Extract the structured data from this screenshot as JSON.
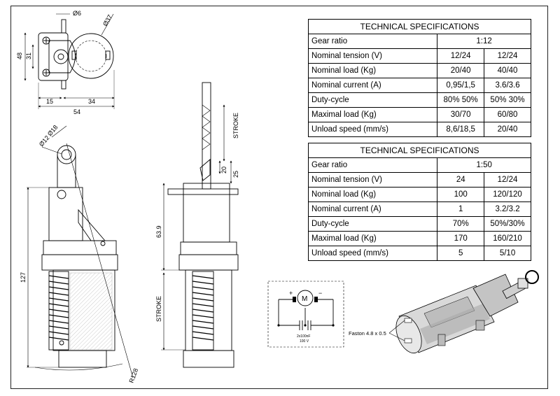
{
  "spec_tables": [
    {
      "title": "TECHNICAL SPECIFICATIONS",
      "gear_label": "Gear ratio",
      "gear_value": "1:12",
      "rows": [
        {
          "label": "Nominal tension (V)",
          "a": "12/24",
          "b": "12/24"
        },
        {
          "label": "Nominal load   (Kg)",
          "a": "20/40",
          "b": "40/40"
        },
        {
          "label": "Nominal current (A)",
          "a": "0,95/1,5",
          "b": "3.6/3.6"
        },
        {
          "label": "Duty-cycle",
          "a": "80% 50%",
          "b": "50% 30%"
        },
        {
          "label": "Maximal load  (Kg)",
          "a": "30/70",
          "b": "60/80"
        },
        {
          "label": "Unload speed (mm/s)",
          "a": "8,6/18,5",
          "b": "20/40"
        }
      ]
    },
    {
      "title": "TECHNICAL SPECIFICATIONS",
      "gear_label": "Gear ratio",
      "gear_value": "1:50",
      "rows": [
        {
          "label": "Nominal tension (V)",
          "a": "24",
          "b": "12/24"
        },
        {
          "label": "Nominal load   (Kg)",
          "a": "100",
          "b": "120/120"
        },
        {
          "label": "Nominal current (A)",
          "a": "1",
          "b": "3.2/3.2"
        },
        {
          "label": "Duty-cycle",
          "a": "70%",
          "b": "50%/30%"
        },
        {
          "label": "Maximal load  (Kg)",
          "a": "170",
          "b": "160/210"
        },
        {
          "label": "Unload speed  (mm/s)",
          "a": "5",
          "b": "5/10"
        }
      ]
    }
  ],
  "dimensions": {
    "d6": "Ø6",
    "d37": "Ø37",
    "h48": "48",
    "h31": "31",
    "w15": "15",
    "w34": "34",
    "w54": "54",
    "d18": "Ø18",
    "d12": "Ø12",
    "h127": "127",
    "r128": "R128",
    "h63_9": "63.9",
    "stroke_upper": "STROKE",
    "stroke_lower": "STROKE",
    "v20": "20",
    "v25": "25"
  },
  "schematic": {
    "motor": "M",
    "plus": "+",
    "minus": "−",
    "cap_line1": "2x100nF",
    "cap_line2": "100 V"
  },
  "product": {
    "connector_label": "Faston 4.8 x 0.5"
  }
}
